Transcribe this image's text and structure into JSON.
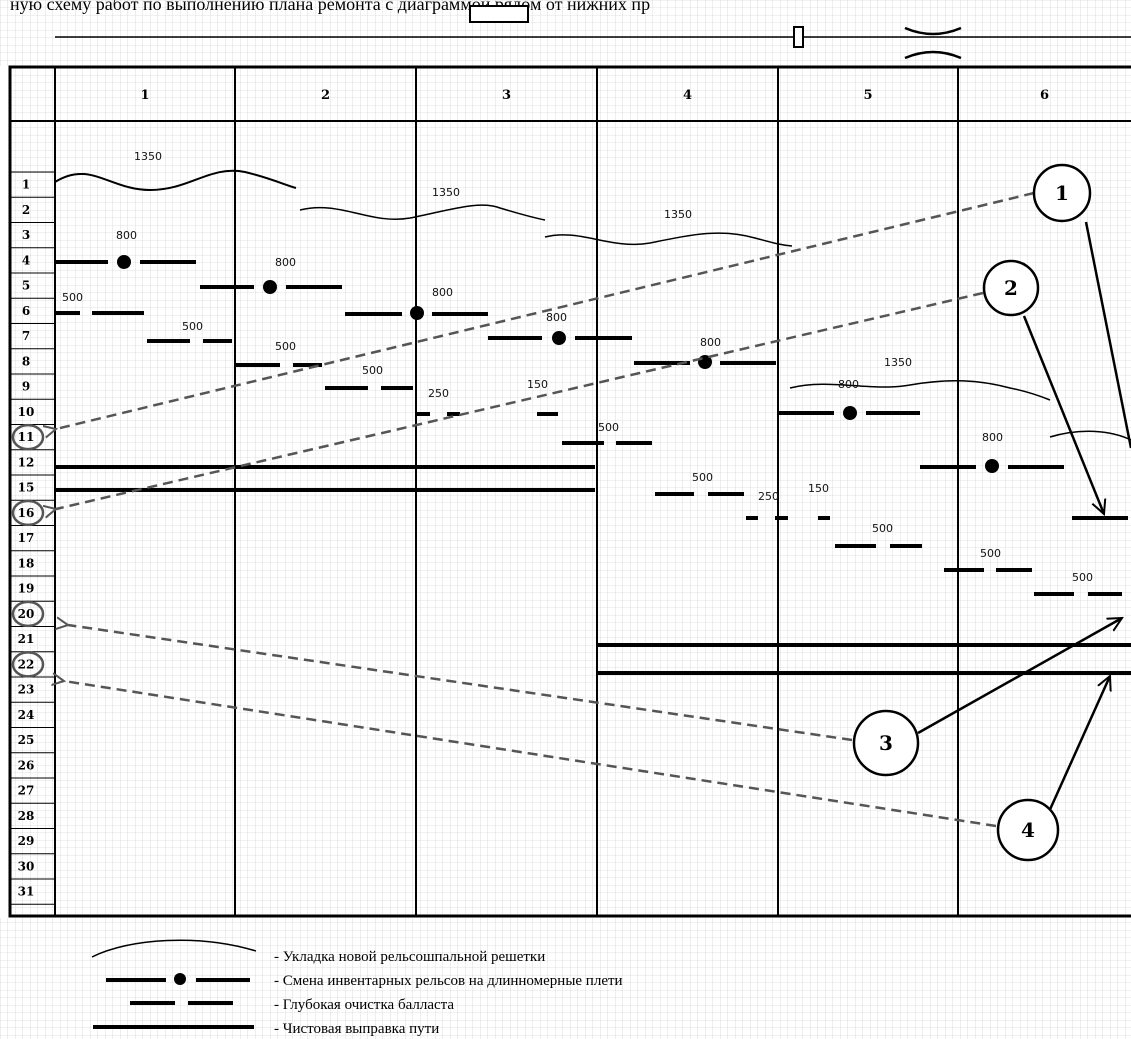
{
  "header_text": "ную схему работ по выполнению плана ремонта с диаграммой рядом от нижних пр",
  "columns": [
    "1",
    "2",
    "3",
    "4",
    "5",
    "6"
  ],
  "rows": [
    "1",
    "2",
    "3",
    "4",
    "5",
    "6",
    "7",
    "8",
    "9",
    "10",
    "11",
    "12",
    "15",
    "16",
    "17",
    "18",
    "19",
    "20",
    "21",
    "22",
    "23",
    "24",
    "25",
    "26",
    "27",
    "28",
    "29",
    "30",
    "31"
  ],
  "circled_rows": [
    "11",
    "16",
    "20",
    "22"
  ],
  "callouts": [
    "1",
    "2",
    "3",
    "4"
  ],
  "work_labels": {
    "l1350_a": "1350",
    "l1350_b": "1350",
    "l1350_c": "1350",
    "l1350_d": "1350",
    "l800_a": "800",
    "l800_b": "800",
    "l800_c": "800",
    "l800_d": "800",
    "l800_e": "800",
    "l800_f": "800",
    "l800_g": "800",
    "l500_a": "500",
    "l500_b": "500",
    "l500_c": "500",
    "l500_d": "500",
    "l500_e": "500",
    "l500_f": "500",
    "l500_g": "500",
    "l500_h": "500",
    "l500_i": "500",
    "l250_a": "250",
    "l250_b": "250",
    "l150_a": "150",
    "l150_b": "150"
  },
  "legend": [
    "- Укладка новой рельсошпальной решетки",
    "- Смена инвентарных рельсов на длинномерные плети",
    "- Глубокая очистка балласта",
    "- Чистовая выправка пути"
  ],
  "legend_icons": [
    "wave-line-icon",
    "dash-dot-line-icon",
    "dashed-line-icon",
    "solid-line-icon"
  ]
}
